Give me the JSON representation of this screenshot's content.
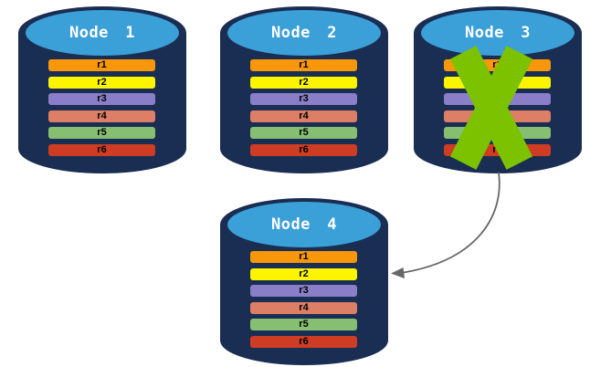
{
  "nodes": [
    {
      "title": "Node 1",
      "rows": [
        {
          "label": "r1",
          "color": "#F79709"
        },
        {
          "label": "r2",
          "color": "#FDF500"
        },
        {
          "label": "r3",
          "color": "#8B7EC8"
        },
        {
          "label": "r4",
          "color": "#DD7E67"
        },
        {
          "label": "r5",
          "color": "#86BF72"
        },
        {
          "label": "r6",
          "color": "#CE3D23"
        }
      ]
    },
    {
      "title": "Node 2",
      "rows": [
        {
          "label": "r1",
          "color": "#F79709"
        },
        {
          "label": "r2",
          "color": "#FDF500"
        },
        {
          "label": "r3",
          "color": "#8B7EC8"
        },
        {
          "label": "r4",
          "color": "#DD7E67"
        },
        {
          "label": "r5",
          "color": "#86BF72"
        },
        {
          "label": "r6",
          "color": "#CE3D23"
        }
      ]
    },
    {
      "title": "Node 3",
      "x_mark": true,
      "rows": [
        {
          "label": "r1",
          "color": "#F79709"
        },
        {
          "label": "r2",
          "color": "#FDF500"
        },
        {
          "label": "r3",
          "color": "#8B7EC8"
        },
        {
          "label": "r4",
          "color": "#DD7E67"
        },
        {
          "label": "r5",
          "color": "#86BF72"
        },
        {
          "label": "r6",
          "color": "#CE3D23"
        }
      ]
    },
    {
      "title": "Node 4",
      "rows": [
        {
          "label": "r1",
          "color": "#F79709"
        },
        {
          "label": "r2",
          "color": "#FDF500"
        },
        {
          "label": "r3",
          "color": "#8B7EC8"
        },
        {
          "label": "r4",
          "color": "#DD7E67"
        },
        {
          "label": "r5",
          "color": "#86BF72"
        },
        {
          "label": "r6",
          "color": "#CE3D23"
        }
      ]
    }
  ],
  "colors": {
    "cylinder_body": "#1A2D52",
    "cylinder_top": "#3B9FD8",
    "title_text": "#FFFFFF",
    "row_text": "#000000",
    "x_mark": "#7CC200",
    "arrow": "#666666"
  }
}
